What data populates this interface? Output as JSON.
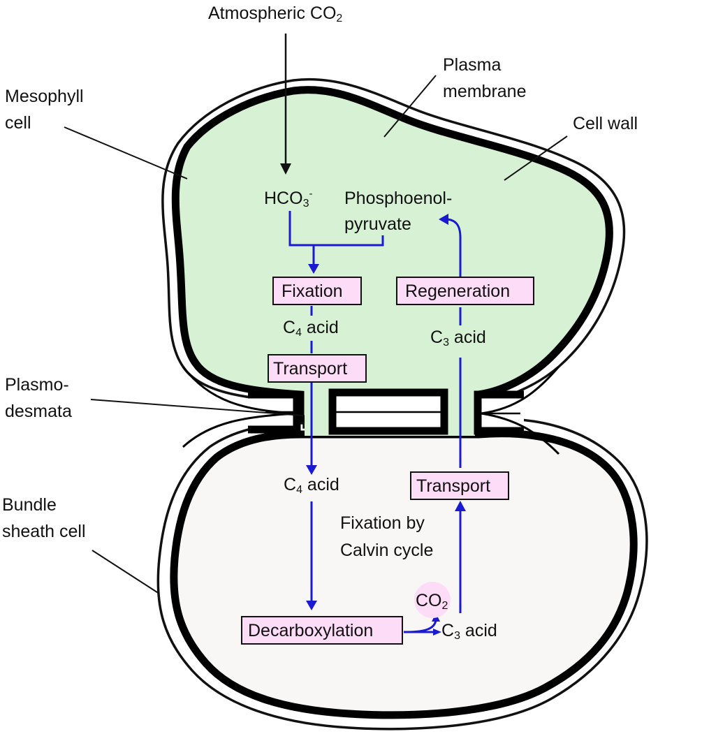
{
  "diagram": {
    "type": "C4 photosynthesis pathway between mesophyll and bundle sheath cells",
    "colors": {
      "mesophyll_fill": "#d7f1d4",
      "bundle_sheath_fill": "#f8f7f6",
      "process_box_fill": "#fcdcf6",
      "flow_arrow": "#1a1ad2",
      "co2_bubble": "#fcdcf6"
    },
    "labels": {
      "atmospheric_co2": "Atmospheric CO",
      "atmospheric_co2_sub": "2",
      "plasma_membrane_line1": "Plasma",
      "plasma_membrane_line2": "membrane",
      "mesophyll_line1": "Mesophyll",
      "mesophyll_line2": "cell",
      "cell_wall": "Cell wall",
      "plasmodesmata_line1": "Plasmo-",
      "plasmodesmata_line2": "desmata",
      "bundle_sheath_line1": "Bundle",
      "bundle_sheath_line2": "sheath cell"
    },
    "molecules": {
      "bicarbonate": "HCO",
      "bicarbonate_sub": "3",
      "bicarbonate_sup": "-",
      "pep_line1": "Phosphoenol-",
      "pep_line2": "pyruvate",
      "c4_acid_prefix": "C",
      "c4_acid_sub": "4",
      "c4_acid_suffix": " acid",
      "c3_acid_prefix": "C",
      "c3_acid_sub": "3",
      "c3_acid_suffix": " acid",
      "co2": "CO",
      "co2_sub": "2"
    },
    "processes": {
      "fixation": "Fixation",
      "transport": "Transport",
      "regeneration": "Regeneration",
      "decarboxylation": "Decarboxylation",
      "calvin_line1": "Fixation by",
      "calvin_line2": "Calvin cycle"
    }
  }
}
